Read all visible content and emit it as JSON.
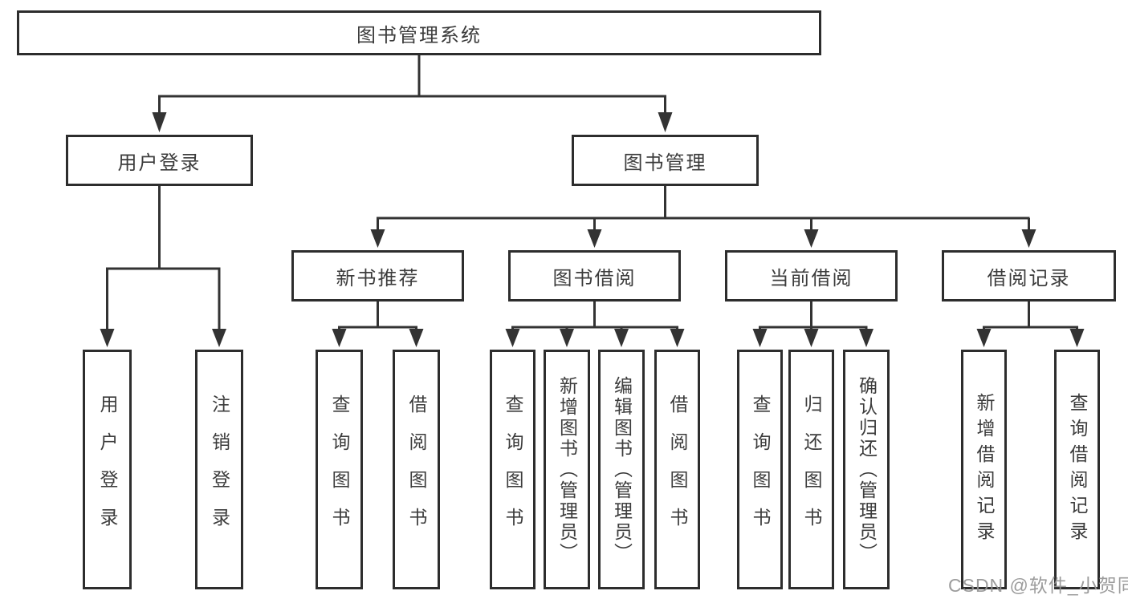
{
  "colors": {
    "line": "#333333",
    "box_border": "#2d2d2d",
    "box_fill": "#ffffff",
    "text": "#3c3c3c",
    "watermark": "#949494"
  },
  "tree": {
    "root": {
      "label": "图书管理系统"
    },
    "login_branch": {
      "label": "用户登录",
      "children": [
        {
          "label": "用户登录"
        },
        {
          "label": "注销登录"
        }
      ]
    },
    "mgmt_branch": {
      "label": "图书管理",
      "sections": [
        {
          "label": "新书推荐",
          "children": [
            {
              "label": "查询图书"
            },
            {
              "label": "借阅图书"
            }
          ]
        },
        {
          "label": "图书借阅",
          "children": [
            {
              "label": "查询图书"
            },
            {
              "label": "新增图书（管理员）"
            },
            {
              "label": "编辑图书（管理员）"
            },
            {
              "label": "借阅图书"
            }
          ]
        },
        {
          "label": "当前借阅",
          "children": [
            {
              "label": "查询图书"
            },
            {
              "label": "归还图书"
            },
            {
              "label": "确认归还（管理员）"
            }
          ]
        },
        {
          "label": "借阅记录",
          "children": [
            {
              "label": "新增借阅记录"
            },
            {
              "label": "查询借阅记录"
            }
          ]
        }
      ]
    }
  },
  "watermark": {
    "text": "CSDN @软件_小贺同学"
  }
}
